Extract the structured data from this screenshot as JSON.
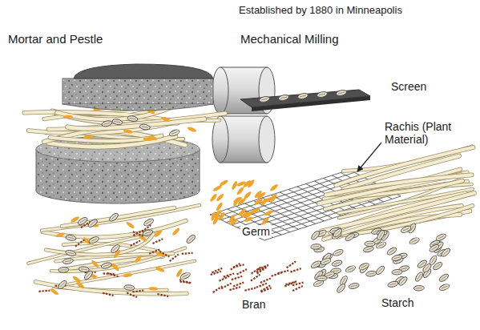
{
  "diagram": {
    "title": "Established by 1880 in Minneapolis",
    "labels": [
      "Mortar and Pestle",
      "Mechanical Milling",
      "Screen",
      "Rachis (Plant Material)",
      "Germ",
      "Bran",
      "Starch"
    ]
  }
}
